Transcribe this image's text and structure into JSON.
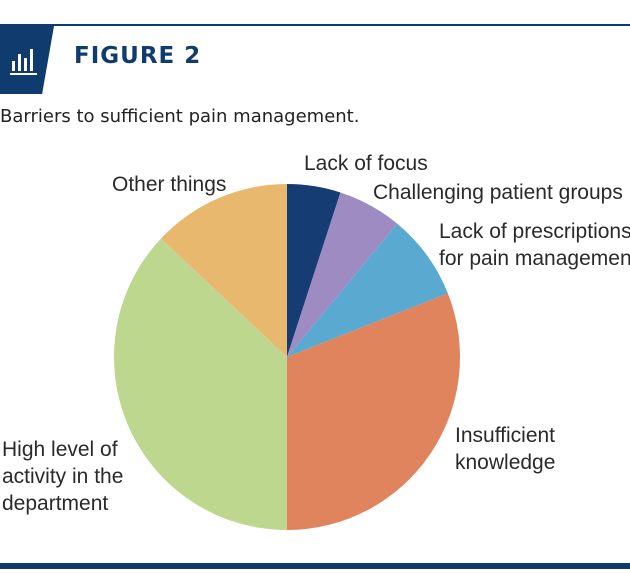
{
  "figure": {
    "label": "FIGURE 2",
    "icon": "bar-chart-icon",
    "brand_color": "#0f3b6f"
  },
  "chart_data": {
    "type": "pie",
    "title": "Barriers to sufficient pain management.",
    "slices": [
      {
        "label": "Lack of focus",
        "value": 5,
        "color": "#163d73"
      },
      {
        "label": "Challenging patient groups",
        "value": 6,
        "color": "#9d8bc2"
      },
      {
        "label": "Lack of prescriptions for pain management",
        "value": 8,
        "color": "#5aa9d1"
      },
      {
        "label": "Insufficient knowledge",
        "value": 31,
        "color": "#e0845e"
      },
      {
        "label": "High level of activity in the department",
        "value": 37,
        "color": "#bdd78e"
      },
      {
        "label": "Other things",
        "value": 13,
        "color": "#e8b86e"
      }
    ],
    "labels": {
      "lack_of_focus": "Lack of focus",
      "challenging": "Challenging patient groups",
      "prescriptions_line1": "Lack of prescriptions",
      "prescriptions_line2": "for pain management",
      "insufficient_line1": "Insufficient",
      "insufficient_line2": "knowledge",
      "activity_line1": "High level of",
      "activity_line2": "activity in the",
      "activity_line3": "department",
      "other": "Other things"
    },
    "legend": "none"
  }
}
